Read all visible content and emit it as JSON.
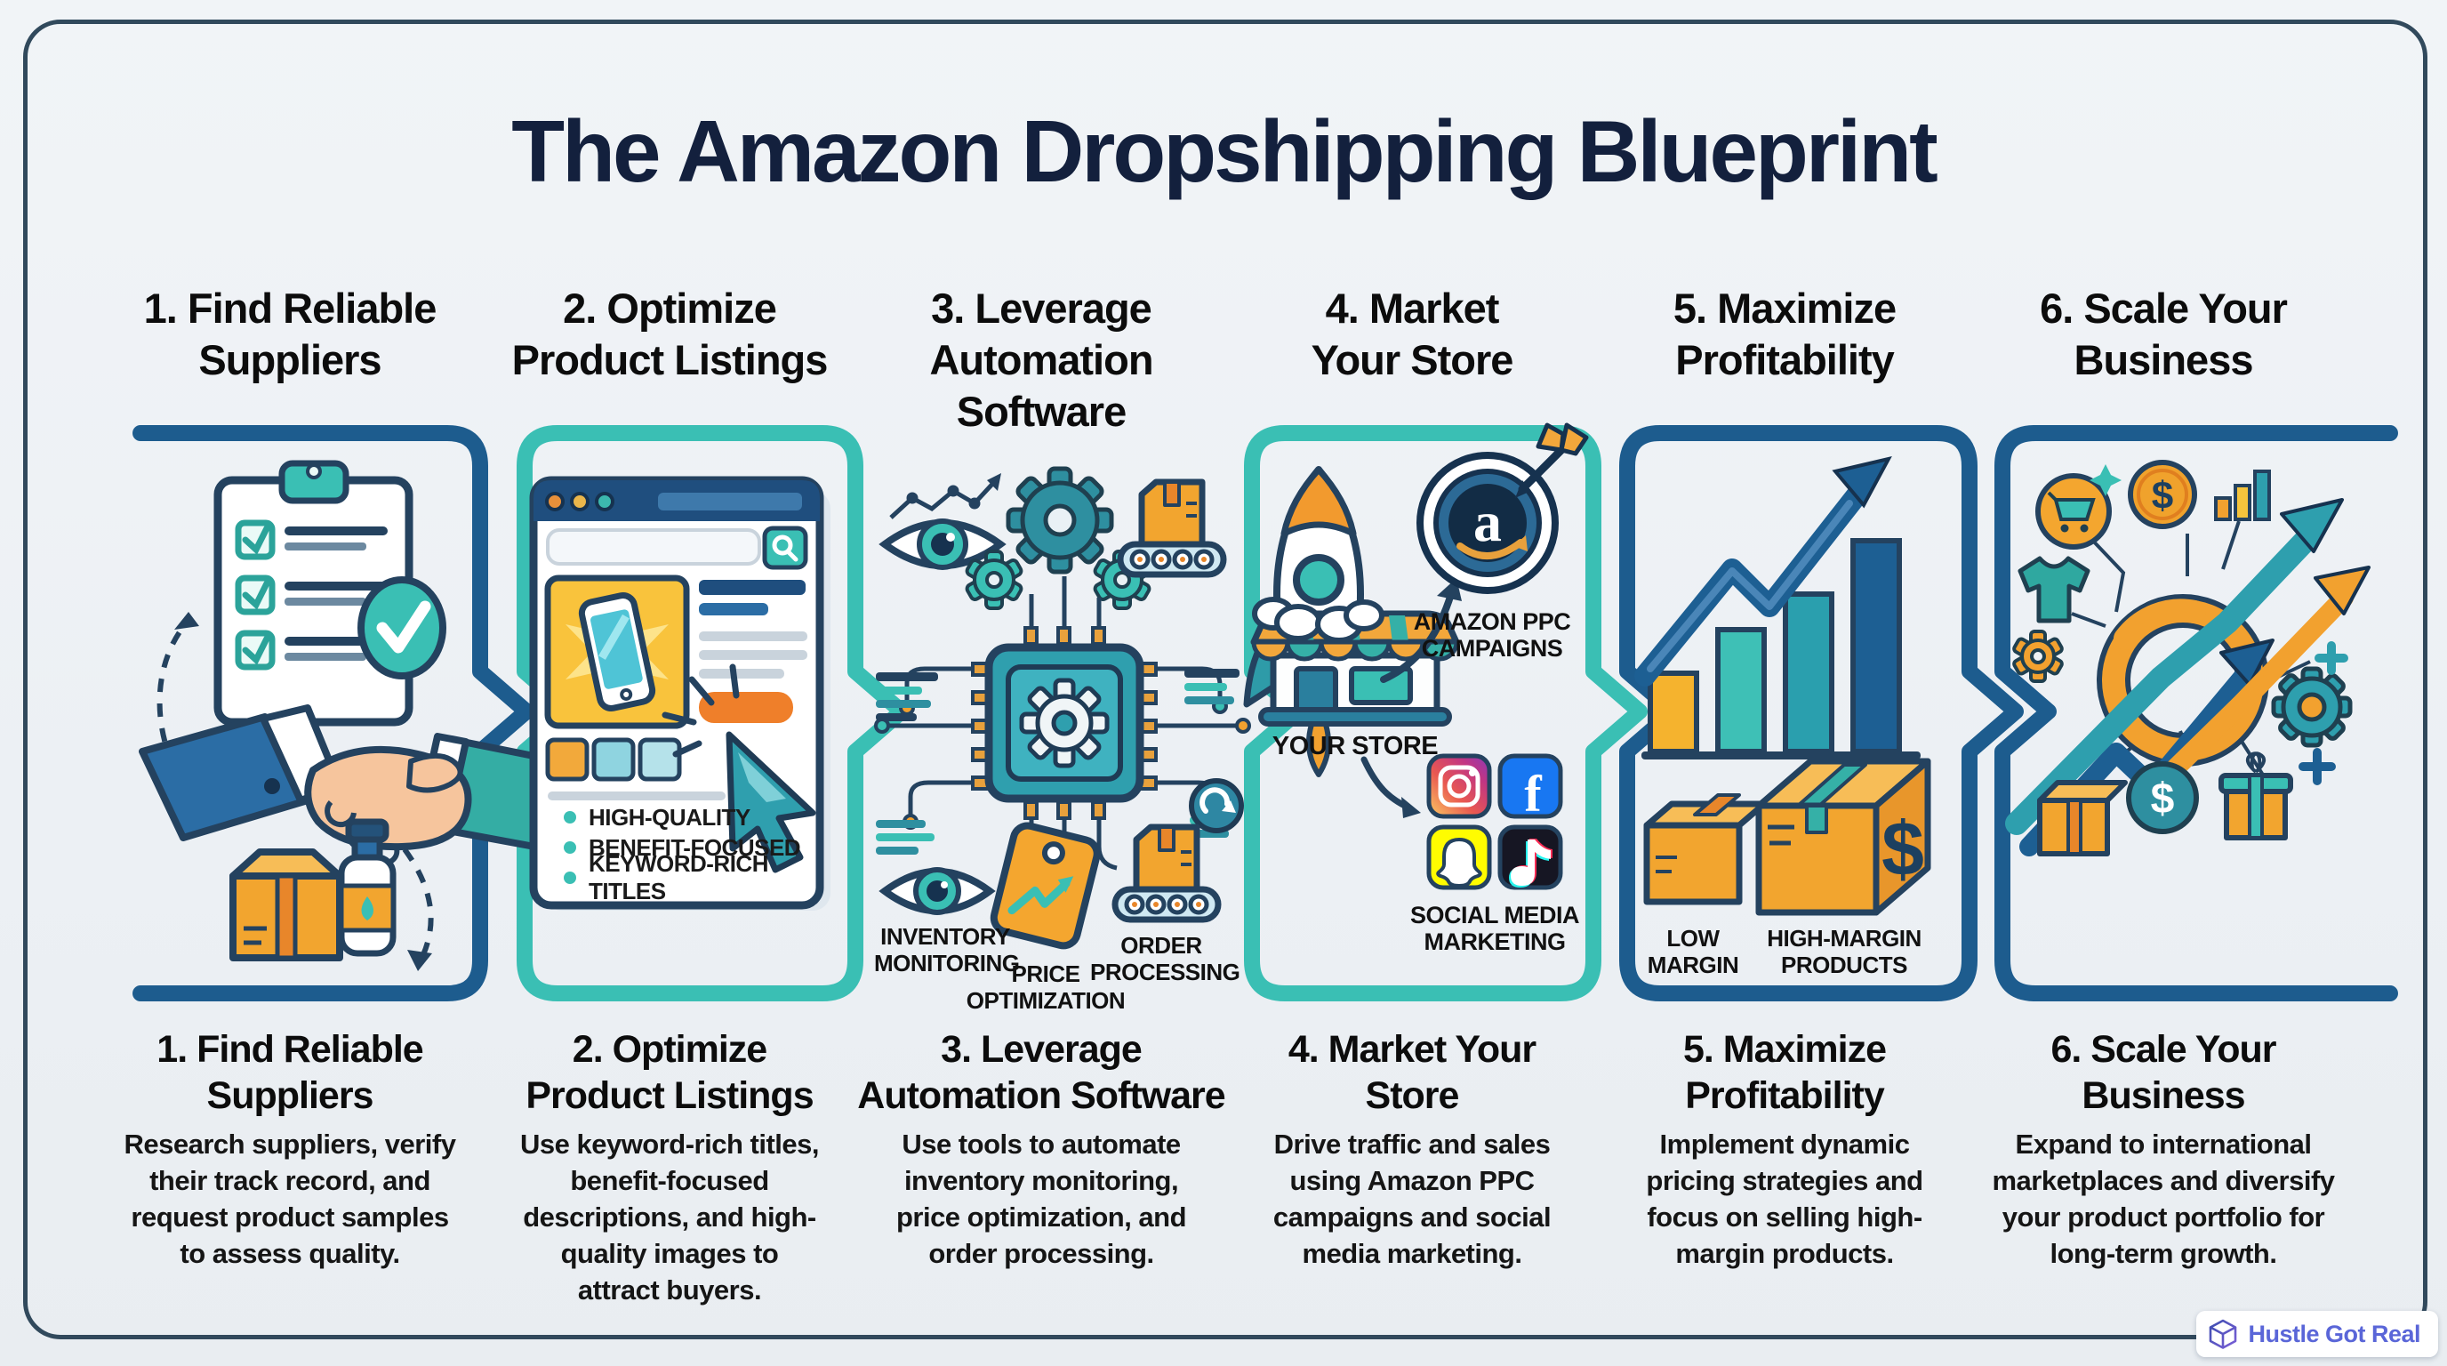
{
  "title": "The Amazon Dropshipping Blueprint",
  "steps": [
    {
      "top": [
        "1. Find Reliable",
        "Suppliers"
      ],
      "heading": [
        "1. Find Reliable",
        "Suppliers"
      ],
      "desc": "Research suppliers, verify their track record, and request product samples to assess quality."
    },
    {
      "top": [
        "2. Optimize",
        "Product Listings"
      ],
      "heading": [
        "2. Optimize",
        "Product Listings"
      ],
      "desc": "Use keyword-rich titles, benefit-focused descriptions, and high-quality images to attract buyers."
    },
    {
      "top": [
        "3. Leverage",
        "Automation",
        "Software"
      ],
      "heading": [
        "3. Leverage",
        "Automation Software"
      ],
      "desc": "Use tools to automate inventory monitoring, price optimization, and order processing."
    },
    {
      "top": [
        "4. Market",
        "Your Store"
      ],
      "heading": [
        "4. Market Your",
        "Store"
      ],
      "desc": "Drive traffic and sales using Amazon PPC campaigns and social media marketing."
    },
    {
      "top": [
        "5. Maximize",
        "Profitability"
      ],
      "heading": [
        "5. Maximize",
        "Profitability"
      ],
      "desc": "Implement dynamic pricing strategies and focus on selling high-margin products."
    },
    {
      "top": [
        "6. Scale Your",
        "Business"
      ],
      "heading": [
        "6. Scale Your",
        "Business"
      ],
      "desc": "Expand to international marketplaces and diversify your product portfolio for long-term growth."
    }
  ],
  "panel2": {
    "bullets": [
      "HIGH-QUALITY",
      "BENEFIT-FOCUSED",
      "KEYWORD-RICH TITLES"
    ]
  },
  "panel3": {
    "inventory": "INVENTORY MONITORING",
    "price": "PRICE OPTIMIZATION",
    "order": "ORDER PROCESSING"
  },
  "panel4": {
    "store": "YOUR STORE",
    "ppc": "AMAZON PPC CAMPAIGNS",
    "social": "SOCIAL MEDIA MARKETING"
  },
  "panel5": {
    "low": "LOW MARGIN",
    "high": "HIGH-MARGIN PRODUCTS"
  },
  "glyphs": {
    "dollar": "$",
    "amazon_a": "a",
    "facebook_f": "f"
  },
  "logo": {
    "text": "Hustle Got Real"
  },
  "icons": [
    "clipboard-checklist",
    "handshake",
    "package-box",
    "supplement-bottle",
    "browser-window",
    "smartphone",
    "cursor-click",
    "eye-monitoring",
    "gear",
    "cpu-chip",
    "conveyor-belt",
    "price-tag",
    "rocket",
    "storefront",
    "amazon-target",
    "instagram",
    "facebook",
    "snapchat",
    "tiktok",
    "bar-chart",
    "growth-arrow",
    "small-box",
    "big-box-dollar",
    "shopping-cart",
    "dollar-coin",
    "t-shirt",
    "gift-box",
    "cube-logo"
  ],
  "colors": {
    "navy_frame": "#1d5c8e",
    "teal_frame": "#3abfb4",
    "outline": "#24425f",
    "orange": "#f2a12f",
    "orange_deep": "#e8862a",
    "yellow": "#f7c03a",
    "title_ink": "#13203d",
    "text_ink": "#101010",
    "background": "#edf1f5",
    "logo_accent": "#5a66d8",
    "facebook_blue": "#1877f2",
    "snapchat_yellow": "#fffc00",
    "tiktok_black": "#161623"
  }
}
